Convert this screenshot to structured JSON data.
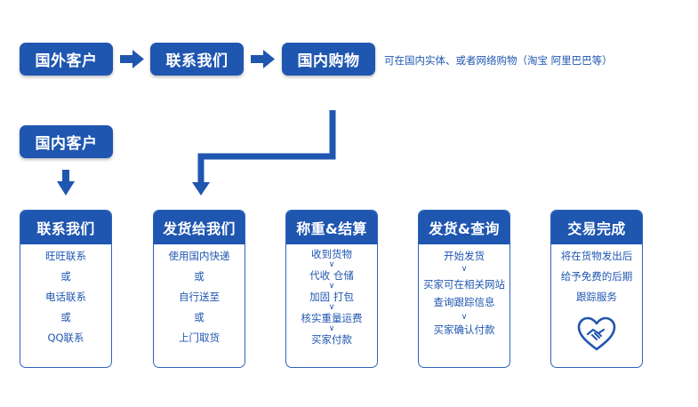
{
  "top_flow": {
    "step1": "国外客户",
    "step2": "联系我们",
    "step3": "国内购物",
    "note": "可在国内实体、或者网络购物（淘宝 阿里巴巴等）"
  },
  "domestic_customer": "国内客户",
  "cards": [
    {
      "title": "联系我们",
      "lines": [
        "旺旺联系",
        "或",
        "电话联系",
        "或",
        "QQ联系"
      ]
    },
    {
      "title": "发货给我们",
      "lines": [
        "使用国内快递",
        "或",
        "自行送至",
        "或",
        "上门取货"
      ]
    },
    {
      "title": "称重&结算",
      "lines": [
        "收到货物",
        "代收 仓储",
        "加固 打包",
        "核实重量运费",
        "买家付款"
      ]
    },
    {
      "title": "发货&查询",
      "lines": [
        "开始发货",
        "买家可在相关网站",
        "查询跟踪信息",
        "买家确认付款"
      ]
    },
    {
      "title": "交易完成",
      "lines": [
        "将在货物发出后",
        "给予免费的后期",
        "跟踪服务"
      ]
    }
  ],
  "colors": {
    "primary": "#1f56b0",
    "border": "#2c63bd"
  },
  "icons": [
    "right-arrow-icon",
    "down-arrow-icon",
    "handshake-heart-icon"
  ]
}
